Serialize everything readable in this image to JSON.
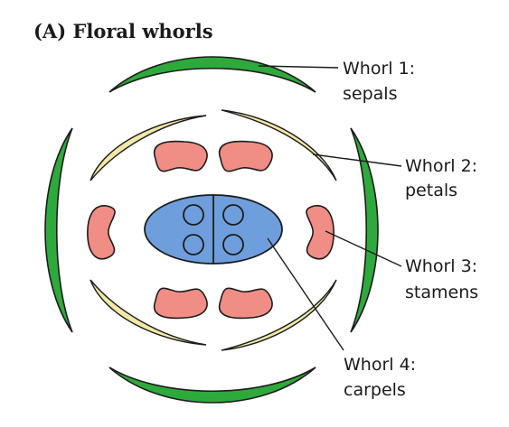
{
  "figure": {
    "title": "(A)  Floral whorls"
  },
  "labels": {
    "whorl1": {
      "line1": "Whorl 1:",
      "line2": "sepals"
    },
    "whorl2": {
      "line1": "Whorl 2:",
      "line2": "petals"
    },
    "whorl3": {
      "line1": "Whorl 3:",
      "line2": "stamens"
    },
    "whorl4": {
      "line1": "Whorl 4:",
      "line2": "carpels"
    }
  },
  "colors": {
    "sepal": "#2eaa3c",
    "petal": "#f3e9a6",
    "stamen": "#f08d85",
    "carpel": "#6e9fdc"
  }
}
